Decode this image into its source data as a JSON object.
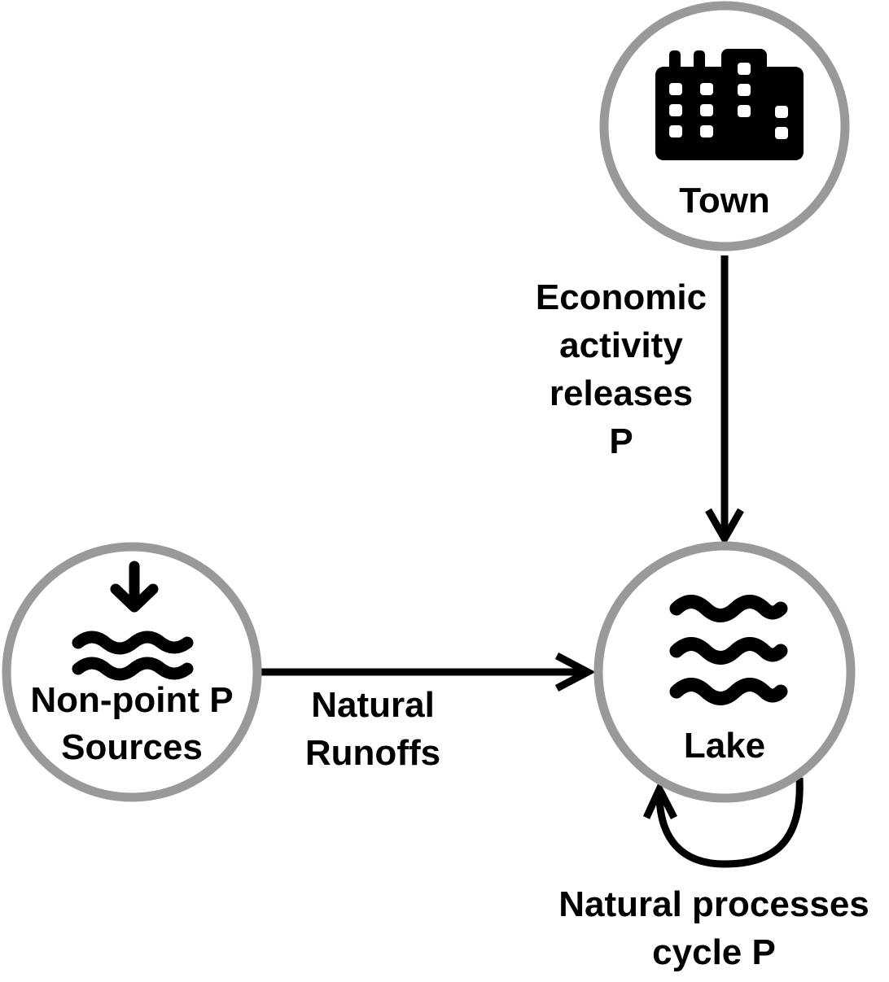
{
  "nodes": {
    "town": {
      "label": "Town",
      "icon": "factory-building-icon"
    },
    "lake": {
      "label": "Lake",
      "icon": "water-waves-icon"
    },
    "nonpoint": {
      "label_line1": "Non-point P",
      "label_line2": "Sources",
      "icon": "water-inflow-icon"
    }
  },
  "edges": {
    "town_to_lake": {
      "line1": "Economic",
      "line2": "activity",
      "line3": "releases",
      "line4": "P"
    },
    "nonpoint_to_lake": {
      "line1": "Natural",
      "line2": "Runoffs"
    },
    "lake_self_loop": {
      "line1": "Natural processes",
      "line2": "cycle P"
    }
  },
  "colors": {
    "node_ring": "#999999",
    "ink": "#000000",
    "background": "#ffffff"
  }
}
